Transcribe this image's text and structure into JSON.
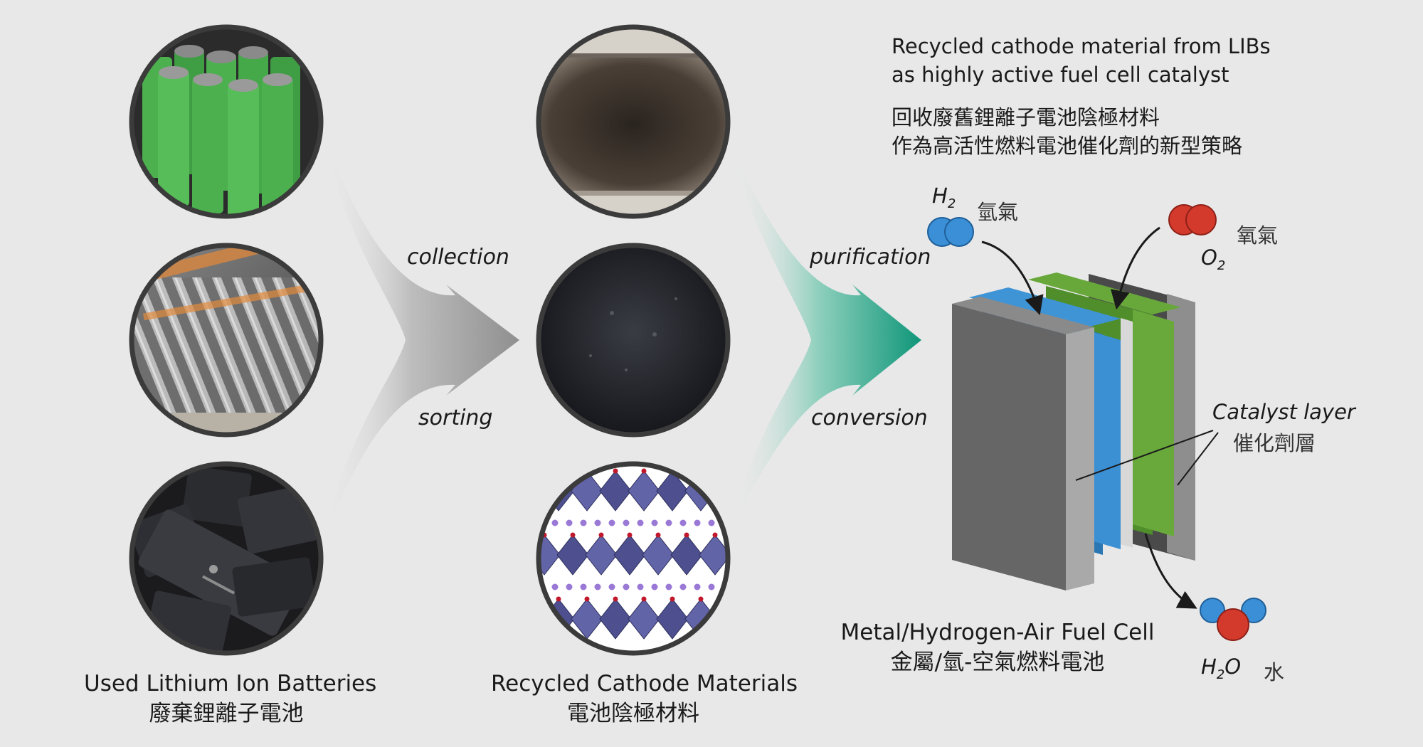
{
  "title": {
    "line1": "Recycled cathode material from LIBs",
    "line2": "as highly active fuel cell catalyst",
    "zh1": "回收廢舊鋰離子電池陰極材料",
    "zh2": "作為高活性燃料電池催化劑的新型策略"
  },
  "step1": {
    "top": "collection",
    "bottom": "sorting"
  },
  "step2": {
    "top": "purification",
    "bottom": "conversion"
  },
  "captions": {
    "used_en": "Used Lithium Ion Batteries",
    "used_zh": "廢棄鋰離子電池",
    "recycled_en": "Recycled Cathode Materials",
    "recycled_zh": "電池陰極材料",
    "cell_en": "Metal/Hydrogen-Air Fuel Cell",
    "cell_zh": "金屬/氫-空氣燃料電池"
  },
  "fuel_cell": {
    "h2_label": "H",
    "h2_sub": "2",
    "h2_zh": "氫氣",
    "o2_label": "O",
    "o2_sub": "2",
    "o2_zh": "氧氣",
    "h2o_label_h": "H",
    "h2o_sub": "2",
    "h2o_label_o": "O",
    "h2o_zh": "水",
    "catalyst_en": "Catalyst layer",
    "catalyst_zh": "催化劑層"
  },
  "colors": {
    "background": "#e8e8e8",
    "hydrogen": "#3a8fd6",
    "oxygen": "#d33a2c",
    "catalyst_blue": "#2f86c8",
    "catalyst_green": "#5f9e34",
    "arrow_gray": "#9a9a9a",
    "arrow_teal": "#129a7e"
  }
}
